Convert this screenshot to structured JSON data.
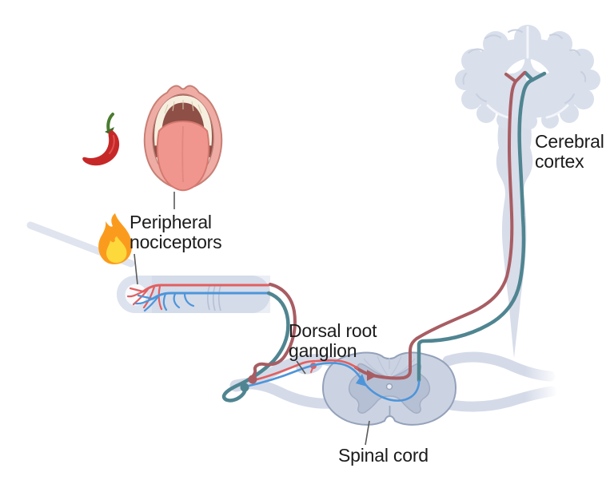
{
  "figure": {
    "description": "Pain pathway diagram: capsaicin/heat stimuli activate peripheral nociceptors whose signals travel via the dorsal root ganglion into the spinal cord and up to the cerebral cortex",
    "labels": {
      "peripheral_nociceptors": "Peripheral nociceptors",
      "dorsal_root_ganglion": "Dorsal root ganglion",
      "cerebral_cortex": "Cerebral cortex",
      "spinal_cord": "Spinal cord"
    },
    "icons": [
      {
        "name": "chili-pepper-icon",
        "meaning": "capsaicin / spicy stimulus"
      },
      {
        "name": "mouth-tongue-icon",
        "meaning": "oral nociceptors (tongue)"
      },
      {
        "name": "flame-icon",
        "meaning": "heat / burning stimulus"
      },
      {
        "name": "probe-stick-icon",
        "meaning": "object touching fingertip"
      },
      {
        "name": "finger-icon",
        "meaning": "skin nociceptors in fingertip"
      },
      {
        "name": "spinal-cord-cross-section",
        "meaning": "spinal cord"
      },
      {
        "name": "brain-coronal-section",
        "meaning": "cerebral cortex"
      }
    ],
    "colors": {
      "ascending_pathway_red": "#a85d63",
      "descending_pathway_teal": "#4f8591",
      "peripheral_nerve_red": "#e25f60",
      "peripheral_nerve_blue": "#4d95da",
      "anatomy_fill_light": "#d9dfeb",
      "anatomy_fill_mid": "#cbd3e2",
      "gray_matter": "#b6c0d4",
      "flame_orange": "#fb9b1e",
      "flame_yellow": "#fdd93b",
      "chili_red": "#c62828",
      "label_text": "#1b1b1b",
      "leader_line": "#5a5a5a"
    }
  }
}
